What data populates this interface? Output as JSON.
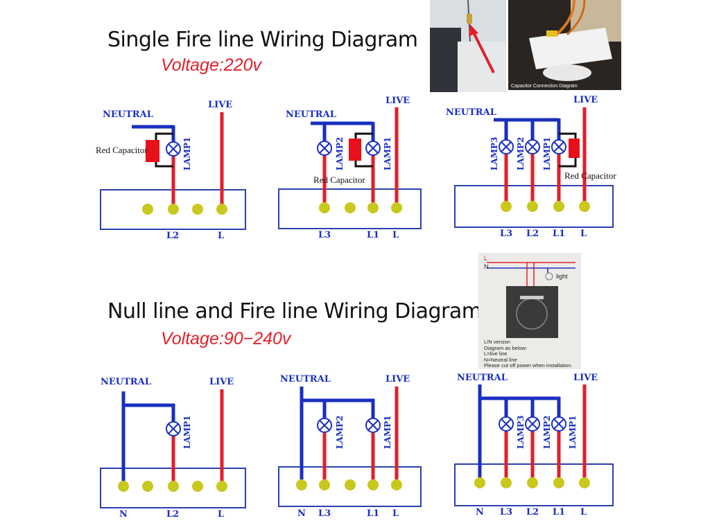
{
  "section1": {
    "title": "Single Fire line Wiring Diagram",
    "voltage": "Voltage:220v"
  },
  "section2": {
    "title": "Null line and Fire line Wiring Diagram",
    "voltage": "Voltage:90−240v"
  },
  "labels": {
    "neutral": "NEUTRAL",
    "live": "LIVE",
    "red_capacitor": "Red Capacitor",
    "lamp1": "LAMP1",
    "lamp2": "LAMP2",
    "lamp3": "LAMP3",
    "n": "N",
    "l": "L",
    "l1": "L1",
    "l2": "L2",
    "l3": "L3"
  },
  "photo1": {
    "caption": "Capacitor Connection Diagram"
  },
  "photo2": {
    "l_label": "L",
    "n_label": "N",
    "light_label": "light",
    "note_lines": [
      "L/N version",
      "Diagram as below:",
      "L=live line",
      "N=Neutral line",
      "Please cut off power when installation."
    ]
  },
  "colors": {
    "neutral_wire": "#1a2fc0",
    "live_wire": "#e0202a",
    "terminal": "#c8c81e",
    "capacitor": "#e8101a",
    "box": "#2a3fb0"
  }
}
